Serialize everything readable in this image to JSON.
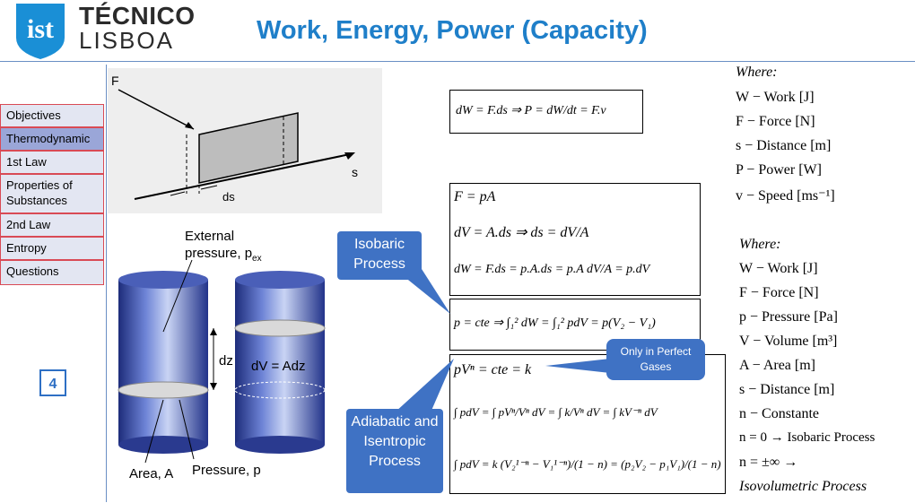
{
  "header": {
    "brand_line1": "TÉCNICO",
    "brand_line2": "LISBOA",
    "logo_text": "IST",
    "title": "Work, Energy, Power (Capacity)"
  },
  "nav": {
    "items": [
      {
        "label": "Objectives"
      },
      {
        "label": "Thermodynamic"
      },
      {
        "label": "1st Law"
      },
      {
        "label": "Properties of Substances"
      },
      {
        "label": "2nd Law"
      },
      {
        "label": "Entropy"
      },
      {
        "label": "Questions"
      }
    ],
    "active_index": 1
  },
  "page_number": "4",
  "figure_top": {
    "force_label": "F",
    "ds_label": "ds",
    "s_label": "s"
  },
  "figure_bottom": {
    "external_pressure": "External pressure, p",
    "external_pressure_sub": "ex",
    "dz_label": "dz",
    "dv_label": "dV = Adz",
    "area_label": "Area, A",
    "pressure_label": "Pressure, p"
  },
  "equations": {
    "eq1": "dW = F.ds ⇒ P = dW/dt = F.v",
    "eq2_l1": "F = pA",
    "eq2_l2": "dV = A.ds ⇒ ds = dV/A",
    "eq2_l3": "dW = F.ds = p.A.ds = p.A dV/A = p.dV",
    "eq3": "p = cte ⇒ ∫₁² dW = ∫₁² pdV = p(V₂ − V₁)",
    "eq4_l1": "pVⁿ = cte = k",
    "eq4_l2": "∫ pdV = ∫ pVⁿ/Vⁿ dV = ∫ k/Vⁿ dV = ∫ kV⁻ⁿ dV",
    "eq4_l3": "∫ pdV = k (V₂¹⁻ⁿ − V₁¹⁻ⁿ)/(1 − n) = (p₂V₂ − p₁V₁)/(1 − n)"
  },
  "callouts": {
    "isobaric": "Isobaric Process",
    "perfect_gases": "Only in Perfect Gases",
    "adiabatic": "Adiabatic and Isentropic Process"
  },
  "where1": {
    "heading": "Where:",
    "lines": [
      "W − Work [J]",
      "F − Force [N]",
      "s − Distance [m]",
      "P − Power [W]",
      "v − Speed [ms⁻¹]"
    ]
  },
  "where2": {
    "heading": "Where:",
    "lines": [
      "W − Work [J]",
      "F − Force [N]",
      "p − Pressure [Pa]",
      "V − Volume [m³]",
      "A − Area [m]",
      "s − Distance [m]",
      "n − Constante",
      "n = 0 → Isobaric Process",
      "n = ±∞ →",
      "Isovolumetric Process"
    ]
  },
  "colors": {
    "title": "#1f7fc9",
    "callout": "#3f72c4",
    "nav_active": "#9aa6d8",
    "nav_border": "#d94a55"
  }
}
